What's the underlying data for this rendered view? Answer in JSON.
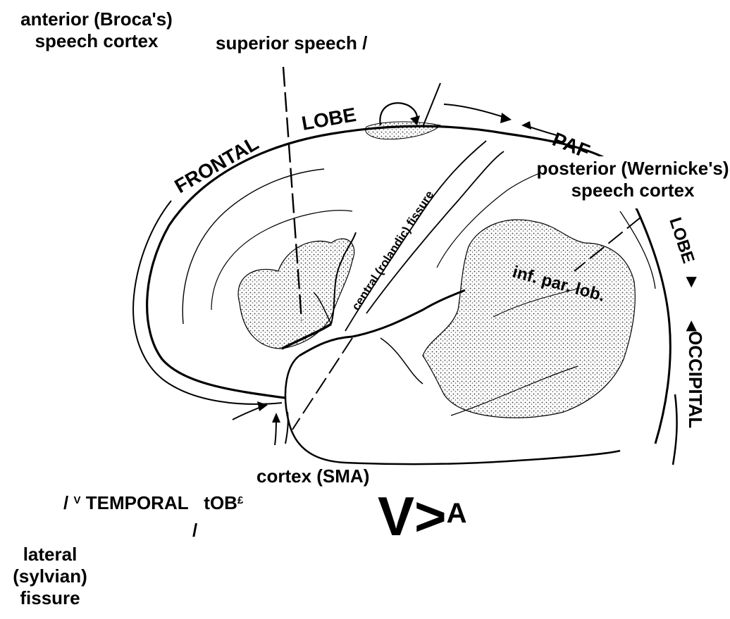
{
  "labels": {
    "anterior_line1": "anterior (Broca's)",
    "anterior_line2": "speech cortex",
    "superior": "superior speech /",
    "posterior_line1": "posterior (Wernicke's)",
    "posterior_line2": "speech cortex",
    "sma": "cortex (SMA)",
    "temporal_slash": "/",
    "temporal_v": "V",
    "temporal_word": "TEMPORAL",
    "temporal_tob": "tOB",
    "temporal_pound": "£",
    "slash_below": "/",
    "big_v": "V>",
    "big_a": "A",
    "lateral_line1": "lateral",
    "lateral_line2": "(sylvian)",
    "lateral_line3": "fissure"
  },
  "sketch": {
    "frontal": "FRONTAL",
    "lobe_frontal": "LOBE",
    "parietal_partial": "PAF",
    "central_fissure": "central (rolandic) fissure",
    "inf_par_lob": "inf. par. lob.",
    "lobe_occipital": "LOBE",
    "occipital": "OCCIPITAL"
  },
  "colors": {
    "ink": "#000000",
    "paper": "#ffffff",
    "stipple": "#cfcfcf"
  }
}
